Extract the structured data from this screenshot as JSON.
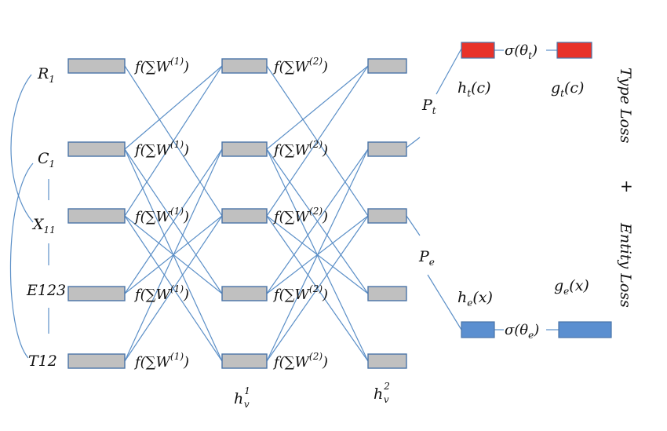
{
  "inputs": [
    {
      "base": "R",
      "sub": "1"
    },
    {
      "base": "C",
      "sub": "1"
    },
    {
      "base": "X",
      "sub": "11"
    },
    {
      "base": "E123",
      "sub": ""
    },
    {
      "base": "T12",
      "sub": ""
    }
  ],
  "layer_functions": {
    "layer1": {
      "text": "f(∑W",
      "sup": "(1)",
      "close": ")"
    },
    "layer2": {
      "text": "f(∑W",
      "sup": "(2)",
      "close": ")"
    }
  },
  "hidden_labels": {
    "h1": {
      "base": "h",
      "sub": "v",
      "sup": "1"
    },
    "h2": {
      "base": "h",
      "sub": "v",
      "sup": "2"
    }
  },
  "projections": {
    "type": {
      "base": "P",
      "sub": "t"
    },
    "entity": {
      "base": "P",
      "sub": "e"
    }
  },
  "type_branch": {
    "sigma": {
      "text": "σ(θ",
      "sub": "t",
      "close": ")"
    },
    "h": {
      "base": "h",
      "sub": "t",
      "arg": "(c)"
    },
    "g": {
      "base": "g",
      "sub": "t",
      "arg": "(c)"
    },
    "color": "#e8322a"
  },
  "entity_branch": {
    "sigma": {
      "text": "σ(θ",
      "sub": "e",
      "close": ")"
    },
    "h": {
      "base": "h",
      "sub": "e",
      "arg": "(x)"
    },
    "g": {
      "base": "g",
      "sub": "e",
      "arg": "(x)"
    },
    "color": "#5b8fd0"
  },
  "losses": {
    "type": "Type Loss",
    "plus": "+",
    "entity": "Entity Loss"
  },
  "colors": {
    "node_fill": "#c0c0c0",
    "node_stroke": "#4a74a8",
    "edge": "#5b8fc7"
  }
}
